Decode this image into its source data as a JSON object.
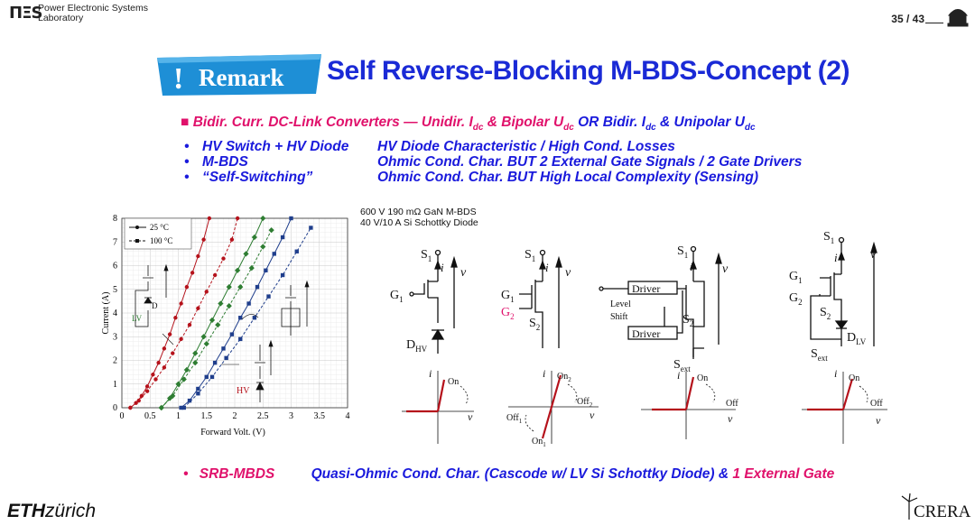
{
  "header": {
    "lab_logo": "ПΞS",
    "lab_name_line1": "Power Electronic Systems",
    "lab_name_line2": "Laboratory",
    "page": "35 / 43"
  },
  "title": {
    "badge": "Remark",
    "text": "Self Reverse-Blocking M-BDS-Concept (2)"
  },
  "bullets": {
    "main_part1": "Bidir. Curr. DC-Link Converters",
    "main_dash": "—",
    "main_part2a": "Unidir. I",
    "main_sub_dc": "dc",
    "main_part2b": " & Bipolar U",
    "main_or": "OR",
    "main_part3a": "Bidir. I",
    "main_part3b": " & Unipolar U",
    "items": [
      {
        "label": "HV Switch + HV Diode",
        "desc": "HV Diode Characteristic / High Cond. Losses"
      },
      {
        "label": "M-BDS",
        "desc": "Ohmic Cond. Char. BUT 2 External Gate Signals / 2 Gate Drivers"
      },
      {
        "label": "“Self-Switching”",
        "desc": "Ohmic Cond. Char. BUT High Local Complexity (Sensing)"
      }
    ]
  },
  "device_note": {
    "line1": "600 V 190 mΩ GaN M-BDS",
    "line2": "40 V/10 A Si Schottky Diode"
  },
  "chart_data": {
    "type": "line",
    "xlabel": "Forward Volt. (V)",
    "ylabel": "Current (A)",
    "xlim": [
      0,
      4
    ],
    "ylim": [
      0,
      8
    ],
    "xticks": [
      "0",
      "0.5",
      "1",
      "1.5",
      "2",
      "2.5",
      "3",
      "3.5",
      "4"
    ],
    "yticks": [
      "0",
      "1",
      "2",
      "3",
      "4",
      "5",
      "6",
      "7",
      "8"
    ],
    "grid": true,
    "legend_position": "top-left",
    "legend": [
      "25 °C",
      "100 °C"
    ],
    "series": [
      {
        "device": "red",
        "temp": "25 °C",
        "x": [
          0.15,
          0.25,
          0.35,
          0.45,
          0.55,
          0.65,
          0.75,
          0.85,
          0.95,
          1.05,
          1.15,
          1.25,
          1.35,
          1.45,
          1.55
        ],
        "y": [
          0,
          0.2,
          0.5,
          0.9,
          1.4,
          1.9,
          2.5,
          3.1,
          3.8,
          4.4,
          5.1,
          5.7,
          6.4,
          7.1,
          8.0
        ]
      },
      {
        "device": "red",
        "temp": "100 °C",
        "x": [
          0.15,
          0.3,
          0.45,
          0.6,
          0.75,
          0.9,
          1.05,
          1.2,
          1.35,
          1.5,
          1.65,
          1.8,
          1.95,
          2.05
        ],
        "y": [
          0,
          0.3,
          0.7,
          1.2,
          1.7,
          2.3,
          2.9,
          3.5,
          4.2,
          4.9,
          5.6,
          6.3,
          7.1,
          8.0
        ]
      },
      {
        "device": "green",
        "temp": "25 °C",
        "x": [
          0.7,
          0.85,
          1.0,
          1.15,
          1.3,
          1.45,
          1.6,
          1.75,
          1.9,
          2.05,
          2.2,
          2.35,
          2.5
        ],
        "y": [
          0,
          0.4,
          1.0,
          1.6,
          2.3,
          3.0,
          3.7,
          4.4,
          5.1,
          5.8,
          6.5,
          7.2,
          8.0
        ]
      },
      {
        "device": "green",
        "temp": "100 °C",
        "x": [
          0.7,
          0.9,
          1.1,
          1.3,
          1.5,
          1.7,
          1.9,
          2.1,
          2.3,
          2.5,
          2.65
        ],
        "y": [
          0,
          0.5,
          1.2,
          1.9,
          2.7,
          3.5,
          4.3,
          5.1,
          5.9,
          6.8,
          7.5
        ]
      },
      {
        "device": "blue",
        "temp": "25 °C",
        "x": [
          1.05,
          1.2,
          1.35,
          1.5,
          1.65,
          1.8,
          1.95,
          2.1,
          2.25,
          2.4,
          2.55,
          2.7,
          2.85,
          3.0
        ],
        "y": [
          0,
          0.3,
          0.8,
          1.3,
          1.9,
          2.5,
          3.1,
          3.8,
          4.4,
          5.1,
          5.8,
          6.5,
          7.2,
          8.0
        ]
      },
      {
        "device": "blue",
        "temp": "100 °C",
        "x": [
          1.1,
          1.35,
          1.6,
          1.85,
          2.1,
          2.35,
          2.6,
          2.85,
          3.1,
          3.35
        ],
        "y": [
          0,
          0.6,
          1.3,
          2.1,
          2.9,
          3.8,
          4.7,
          5.6,
          6.6,
          7.6
        ]
      }
    ],
    "annotations": [
      "LV",
      "D",
      "HV"
    ]
  },
  "circuits": {
    "c1": {
      "s1": "S",
      "s1_sub": "1",
      "g1": "G",
      "g1_sub": "1",
      "d": "D",
      "d_sub": "HV",
      "i": "i",
      "v": "v",
      "on": "On",
      "axis_v": "v",
      "axis_i": "i"
    },
    "c2": {
      "s1": "S",
      "s1_sub": "1",
      "s2": "S",
      "s2_sub": "2",
      "g1": "G",
      "g1_sub": "1",
      "g2": "G",
      "g2_sub": "2",
      "i": "i",
      "v": "v",
      "on2": "On",
      "on2_sub": "2",
      "off2": "Off",
      "off2_sub": "2",
      "off1": "Off",
      "off1_sub": "1",
      "on1": "On",
      "on1_sub": "1"
    },
    "c3": {
      "s1": "S",
      "s1_sub": "1",
      "s2": "S",
      "s2_sub": "2",
      "sext": "S",
      "sext_sub": "ext",
      "driver1": "Driver",
      "driver2": "Driver",
      "level": "Level",
      "shift": "Shift",
      "i": "i",
      "v": "v",
      "on": "On",
      "off": "Off"
    },
    "c4": {
      "s1": "S",
      "s1_sub": "1",
      "s2": "S",
      "s2_sub": "2",
      "sext": "S",
      "sext_sub": "ext",
      "g1": "G",
      "g1_sub": "1",
      "g2": "G",
      "g2_sub": "2",
      "d": "D",
      "d_sub": "LV",
      "i": "i",
      "v": "v",
      "on": "On",
      "off": "Off"
    }
  },
  "footer_bullet": {
    "label": "SRB-MBDS",
    "desc1": "Quasi-Ohmic Cond. Char. (Cascode w/ LV Si Schottky Diode) & ",
    "desc2": "1 External Gate"
  },
  "footer": {
    "eth_bold": "ETH",
    "eth_rest": "zürich",
    "crera": "CRERA"
  },
  "colors": {
    "title_blue": "#1a2ad6",
    "magenta": "#e0116b",
    "badge_blue": "#1e8fd6",
    "red": "#b5121b",
    "green": "#2e7d32",
    "navy": "#1f3e8c"
  }
}
